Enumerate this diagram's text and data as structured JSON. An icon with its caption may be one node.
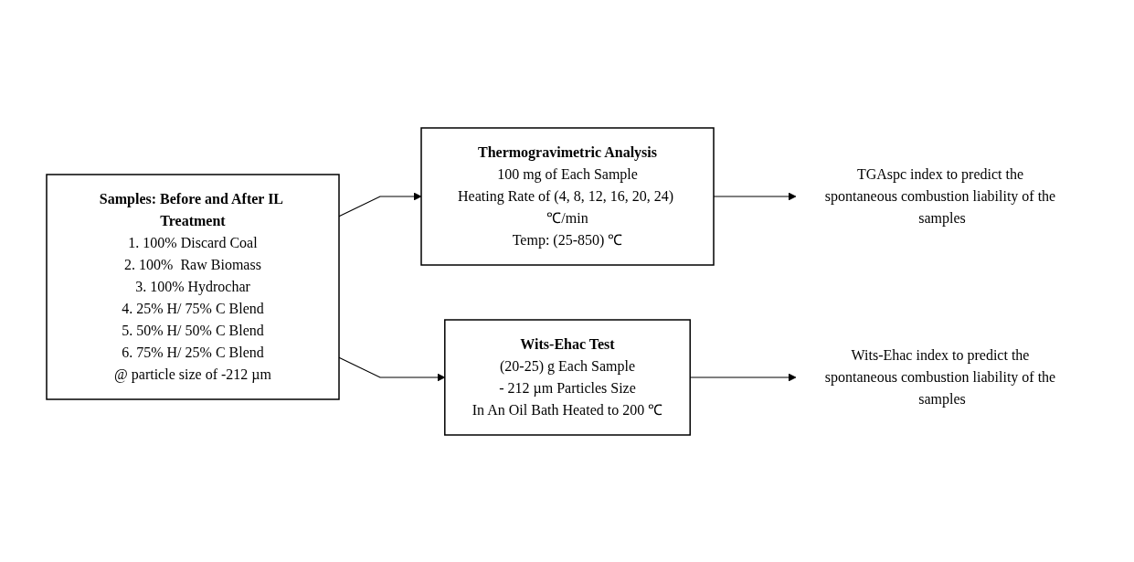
{
  "diagram": {
    "nodes": [
      {
        "text": [
          "Samples: Before and After IL Treatment",
          "1. 100% Discard Coal",
          "2. 100%  Raw Biomass",
          "3. 100% Hydrochar",
          "4. 25% H/ 75% C Blend",
          "5. 50% H/ 50% C Blend",
          "6. 75% H/ 25% C Blend",
          "@ particle size of -212 µm"
        ]
      },
      {
        "text": [
          "Thermogravimetric Analysis",
          "100 mg of Each Sample",
          "Heating Rate of (4, 8, 12, 16, 20, 24) ℃/min",
          "Temp: (25-850) ℃"
        ]
      },
      {
        "text": [
          "Wits-Ehac Test",
          "(20-25) g Each Sample",
          "- 212 µm Particles Size",
          "In An Oil Bath Heated to 200 ℃"
        ]
      },
      {
        "text": [
          "TGAspc index to predict the spontaneous combustion liability of the samples"
        ]
      },
      {
        "text": [
          "Wits-Ehac index to predict the spontaneous combustion liability of the samples"
        ]
      }
    ],
    "edges": [
      {
        "from": 0,
        "to": 1,
        "arrow": "to"
      },
      {
        "from": 0,
        "to": 2,
        "arrow": "to"
      },
      {
        "from": 1,
        "to": 3,
        "arrow": "to"
      },
      {
        "from": 2,
        "to": 4,
        "arrow": "to"
      }
    ]
  }
}
